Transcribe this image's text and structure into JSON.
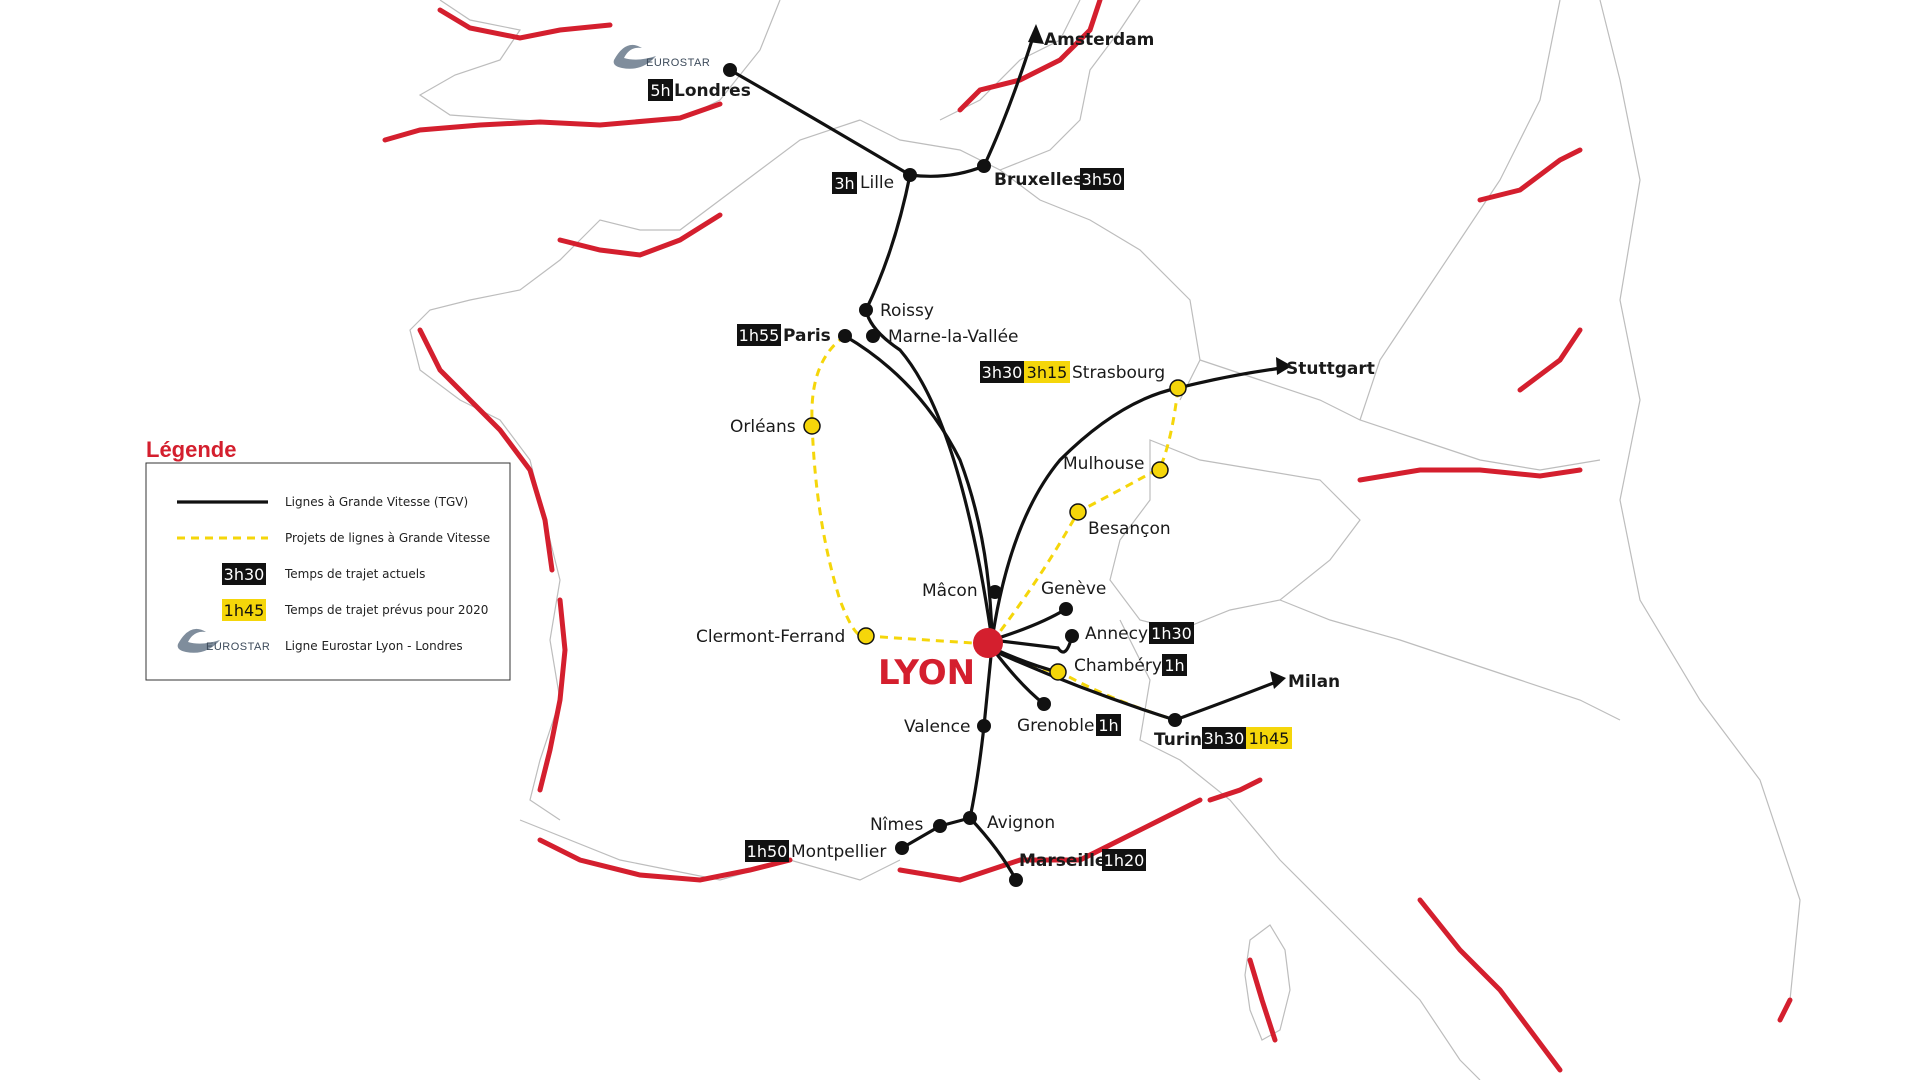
{
  "colors": {
    "tgv_line": "#111111",
    "project_line": "#f5d60a",
    "coast": "#d41f2e",
    "border": "#b9b9b9",
    "badge_current_bg": "#111111",
    "badge_current_text": "#ffffff",
    "badge_future_bg": "#f5d60a",
    "badge_future_text": "#111111",
    "lyon_red": "#d41f2e"
  },
  "hub": {
    "name": "LYON"
  },
  "cities": {
    "amsterdam": "Amsterdam",
    "londres": "Londres",
    "lille": "Lille",
    "bruxelles": "Bruxelles",
    "roissy": "Roissy",
    "paris": "Paris",
    "marne": "Marne-la-Vallée",
    "strasbourg": "Strasbourg",
    "stuttgart": "Stuttgart",
    "orleans": "Orléans",
    "mulhouse": "Mulhouse",
    "besancon": "Besançon",
    "macon": "Mâcon",
    "geneve": "Genève",
    "clermont": "Clermont-Ferrand",
    "annecy": "Annecy",
    "chambery": "Chambéry",
    "milan": "Milan",
    "valence": "Valence",
    "grenoble": "Grenoble",
    "turin": "Turin",
    "nimes": "Nîmes",
    "avignon": "Avignon",
    "montpellier": "Montpellier",
    "marseille": "Marseille"
  },
  "times": {
    "londres": "5h",
    "lille": "3h",
    "bruxelles": "3h50",
    "paris": "1h55",
    "strasbourg_current": "3h30",
    "strasbourg_future": "3h15",
    "annecy": "1h30",
    "chambery": "1h",
    "grenoble": "1h",
    "turin_current": "3h30",
    "turin_future": "1h45",
    "montpellier": "1h50",
    "marseille": "1h20"
  },
  "eurostar": {
    "brand": "EUROSTAR"
  },
  "legend": {
    "title": "Légende",
    "items": [
      {
        "label": "Lignes à Grande Vitesse (TGV)"
      },
      {
        "label": "Projets de lignes à Grande Vitesse"
      },
      {
        "label": "Temps de trajet actuels",
        "sample": "3h30"
      },
      {
        "label": "Temps de trajet prévus pour 2020",
        "sample": "1h45"
      },
      {
        "label": "Ligne Eurostar Lyon - Londres",
        "sample": "EUROSTAR"
      }
    ]
  }
}
